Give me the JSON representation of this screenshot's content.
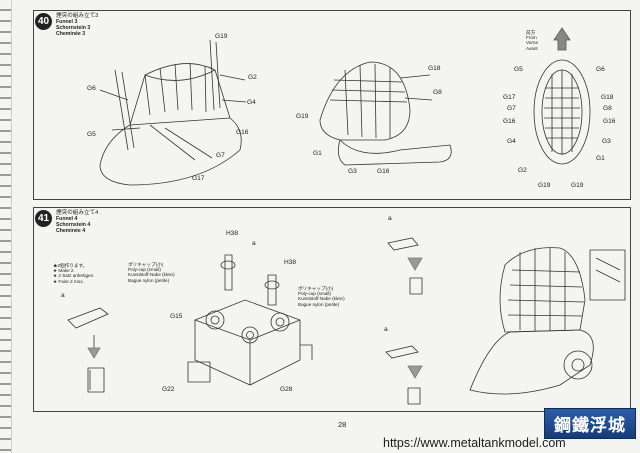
{
  "page_number": "28",
  "watermark": {
    "logo": "鋼鐵浮城",
    "url": "https://www.metaltankmodel.com"
  },
  "step40": {
    "number": "40",
    "title_jp": "煙突の組み立て3",
    "title_en": "Funnel 3",
    "title_de": "Schornstein 3",
    "title_fr": "Cheminée 3",
    "parts_left": [
      "G19",
      "G2",
      "G6",
      "G4",
      "G5",
      "G16",
      "G7",
      "G17"
    ],
    "parts_center": [
      "G18",
      "G8",
      "G19",
      "G1",
      "G3",
      "G16"
    ],
    "parts_right": [
      "G5",
      "G6",
      "G17",
      "G18",
      "G7",
      "G8",
      "G16",
      "G16",
      "G4",
      "G3",
      "G2",
      "G1",
      "G19",
      "G19"
    ],
    "front_jp": "前方",
    "front_en": "From",
    "front_de": "Vorne",
    "front_fr": "Avant"
  },
  "step41": {
    "number": "41",
    "title_jp": "煙突の組み立て4",
    "title_en": "Funnel 4",
    "title_de": "Schornstein 4",
    "title_fr": "Cheminée 4",
    "make_jp": "★2個作ります。",
    "make_en": "★ Make 2.",
    "make_de": "★ 2 Satz anfertigen.",
    "make_fr": "★ Faire 2 mox.",
    "parts": [
      "H38",
      "a",
      "H38",
      "G15",
      "G22",
      "G28",
      "a",
      "a",
      "a"
    ],
    "polycap1_jp": "ポリキャップ(小)",
    "polycap1_en": "Poly-cap (small)",
    "polycap1_de": "Kunststoff-Nabe (klein)",
    "polycap1_fr": "Bague nylon (petite)",
    "polycap2_jp": "ポリキャップ(小)",
    "polycap2_en": "Poly-cap (small)",
    "polycap2_de": "Kunststoff-Nabe (klein)",
    "polycap2_fr": "Bague nylon (petite)"
  }
}
